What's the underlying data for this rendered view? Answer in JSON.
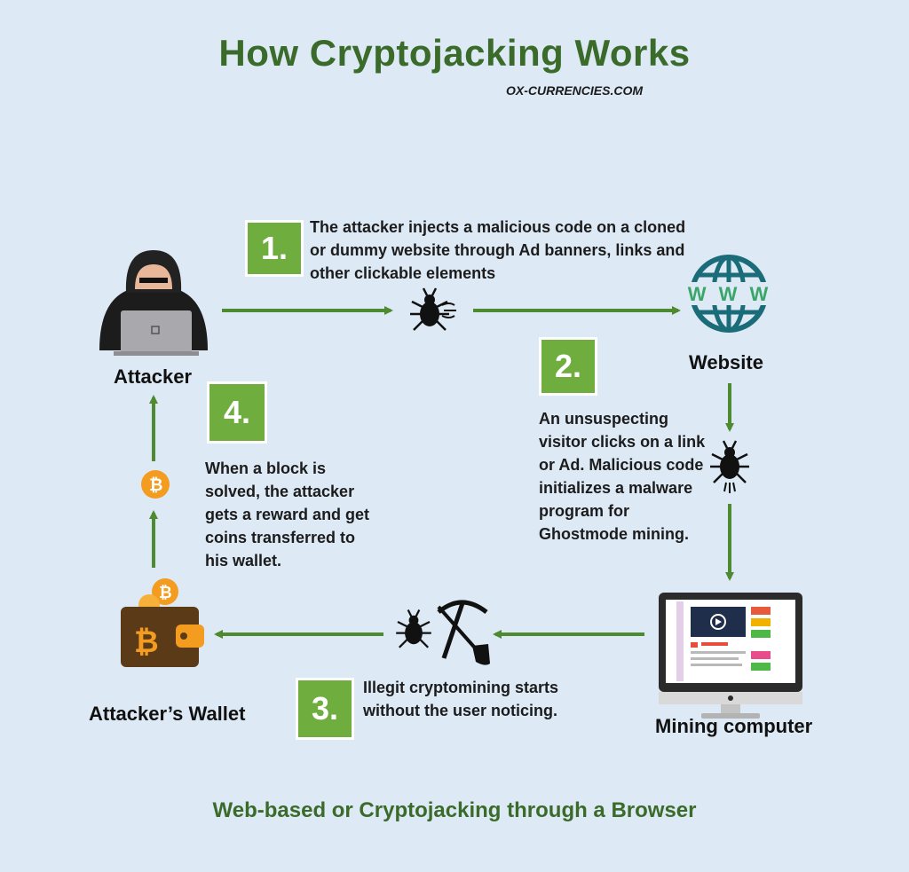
{
  "title": "How Cryptojacking Works",
  "source": "OX-CURRENCIES.COM",
  "footer": "Web-based or Cryptojacking through a Browser",
  "nodes": {
    "attacker": "Attacker",
    "website": "Website",
    "mining_computer": "Mining computer",
    "wallet": "Attacker’s Wallet",
    "website_icon_text": "W W W"
  },
  "steps": [
    {
      "number": "1.",
      "text": "The attacker injects a malicious code on a cloned or dummy website through Ad banners, links and other clickable elements"
    },
    {
      "number": "2.",
      "text": "An unsuspecting visitor clicks on a link or Ad. Malicious code initializes a malware program for Ghostmode mining."
    },
    {
      "number": "3.",
      "text": "Illegit cryptomining starts without the user noticing."
    },
    {
      "number": "4.",
      "text": "When a block is solved, the attacker gets a reward and get coins transferred to his wallet."
    }
  ],
  "colors": {
    "accent_green": "#6fae3e",
    "arrow_green": "#4e8a2f",
    "title_green": "#3a6b2a",
    "coin_orange": "#f39c1f",
    "background": "#dde9f5"
  }
}
